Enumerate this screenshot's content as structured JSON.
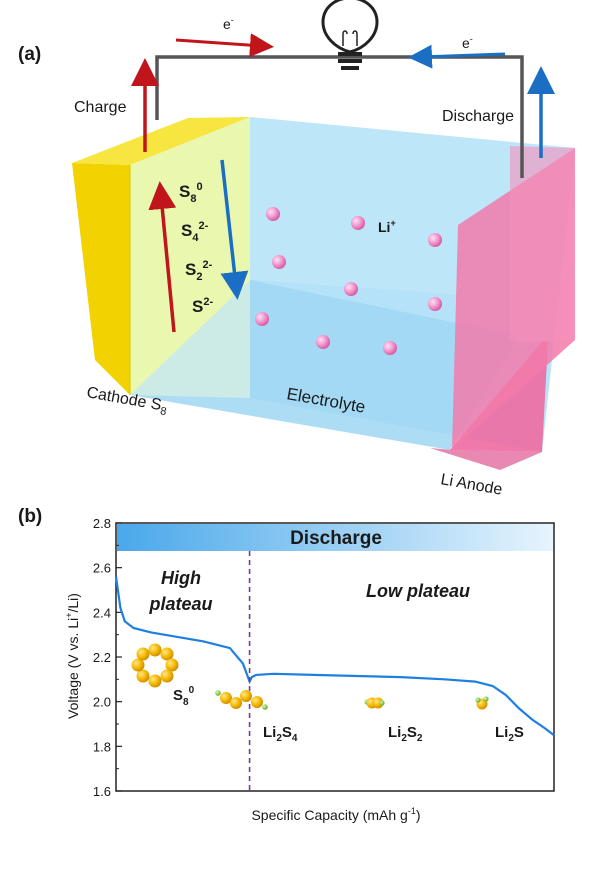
{
  "panel_a": {
    "label": "(a)",
    "electron_left": "e",
    "electron_right": "e",
    "electron_sup": "-",
    "charge": "Charge",
    "discharge": "Discharge",
    "species": [
      {
        "base": "S",
        "sub": "8",
        "sup": "0"
      },
      {
        "base": "S",
        "sub": "4",
        "sup": "2-"
      },
      {
        "base": "S",
        "sub": "2",
        "sup": "2-"
      },
      {
        "base": "S",
        "sub": "",
        "sup": "2-"
      }
    ],
    "li_ion": "Li",
    "li_ion_sup": "+",
    "electrolyte": "Electrolyte",
    "cathode": "Cathode S",
    "cathode_sub": "8",
    "anode": "Li Anode",
    "colors": {
      "cathode": "#f2d200",
      "anode": "#f06aa0",
      "electrolyte": "#a9dcf5",
      "charge_arrow": "#c0151b",
      "discharge_arrow": "#1a6fc4",
      "ion": "#f07cc0"
    }
  },
  "panel_b": {
    "label": "(b)",
    "banner": "Discharge",
    "high_plateau_1": "High",
    "high_plateau_2": "plateau",
    "low_plateau": "Low plateau",
    "ylabel_a": "Voltage (V vs. Li",
    "ylabel_sup": "+",
    "ylabel_b": "/Li)",
    "xlabel_a": "Specific Capacity (mAh g",
    "xlabel_sup": "-1",
    "xlabel_b": ")",
    "s8_label": {
      "base": "S",
      "sub": "8",
      "sup": "0"
    },
    "li2s4": {
      "a": "Li",
      "s1": "2",
      "b": "S",
      "s2": "4"
    },
    "li2s2": {
      "a": "Li",
      "s1": "2",
      "b": "S",
      "s2": "2"
    },
    "li2s": {
      "a": "Li",
      "s1": "2",
      "b": "S"
    },
    "colors": {
      "curve": "#1f7fe0",
      "divider": "#7a3aa0",
      "sulfur": "#f5b800",
      "lithium": "#7ccf3a"
    }
  },
  "chart_data": {
    "type": "line",
    "xlabel": "Specific Capacity (mAh g-1)",
    "ylabel": "Voltage (V vs. Li+/Li)",
    "ylim": [
      1.6,
      2.8
    ],
    "yticks": [
      "1.6",
      "1.8",
      "2.0",
      "2.2",
      "2.4",
      "2.6",
      "2.8"
    ],
    "series": [
      {
        "x": [
          0,
          0.01,
          0.02,
          0.04,
          0.08,
          0.14,
          0.2,
          0.26,
          0.29,
          0.305,
          0.31,
          0.32,
          0.36,
          0.45,
          0.55,
          0.65,
          0.75,
          0.82,
          0.86,
          0.89,
          0.92,
          0.95,
          0.98,
          1.0
        ],
        "y": [
          2.56,
          2.42,
          2.36,
          2.33,
          2.31,
          2.29,
          2.27,
          2.24,
          2.17,
          2.09,
          2.11,
          2.12,
          2.125,
          2.12,
          2.115,
          2.11,
          2.1,
          2.09,
          2.07,
          2.03,
          1.97,
          1.92,
          1.88,
          1.85
        ]
      }
    ],
    "divider_x": 0.305,
    "grid": false
  }
}
